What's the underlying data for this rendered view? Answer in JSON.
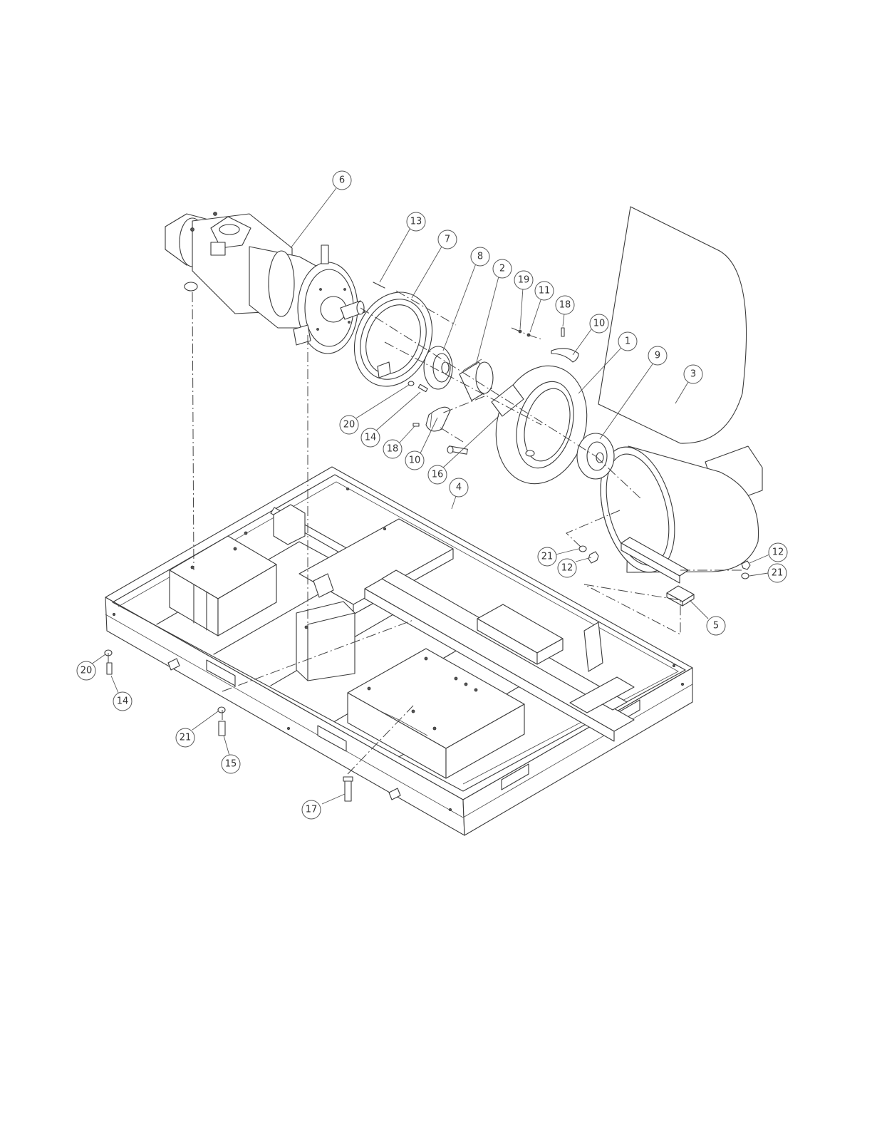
{
  "balloons": [
    {
      "label": "6"
    },
    {
      "label": "13"
    },
    {
      "label": "7"
    },
    {
      "label": "8"
    },
    {
      "label": "2"
    },
    {
      "label": "19"
    },
    {
      "label": "11"
    },
    {
      "label": "18"
    },
    {
      "label": "10"
    },
    {
      "label": "1"
    },
    {
      "label": "9"
    },
    {
      "label": "3"
    },
    {
      "label": "20"
    },
    {
      "label": "14"
    },
    {
      "label": "18"
    },
    {
      "label": "10"
    },
    {
      "label": "16"
    },
    {
      "label": "4"
    },
    {
      "label": "21"
    },
    {
      "label": "12"
    },
    {
      "label": "12"
    },
    {
      "label": "21"
    },
    {
      "label": "5"
    },
    {
      "label": "20"
    },
    {
      "label": "14"
    },
    {
      "label": "21"
    },
    {
      "label": "15"
    },
    {
      "label": "17"
    }
  ]
}
